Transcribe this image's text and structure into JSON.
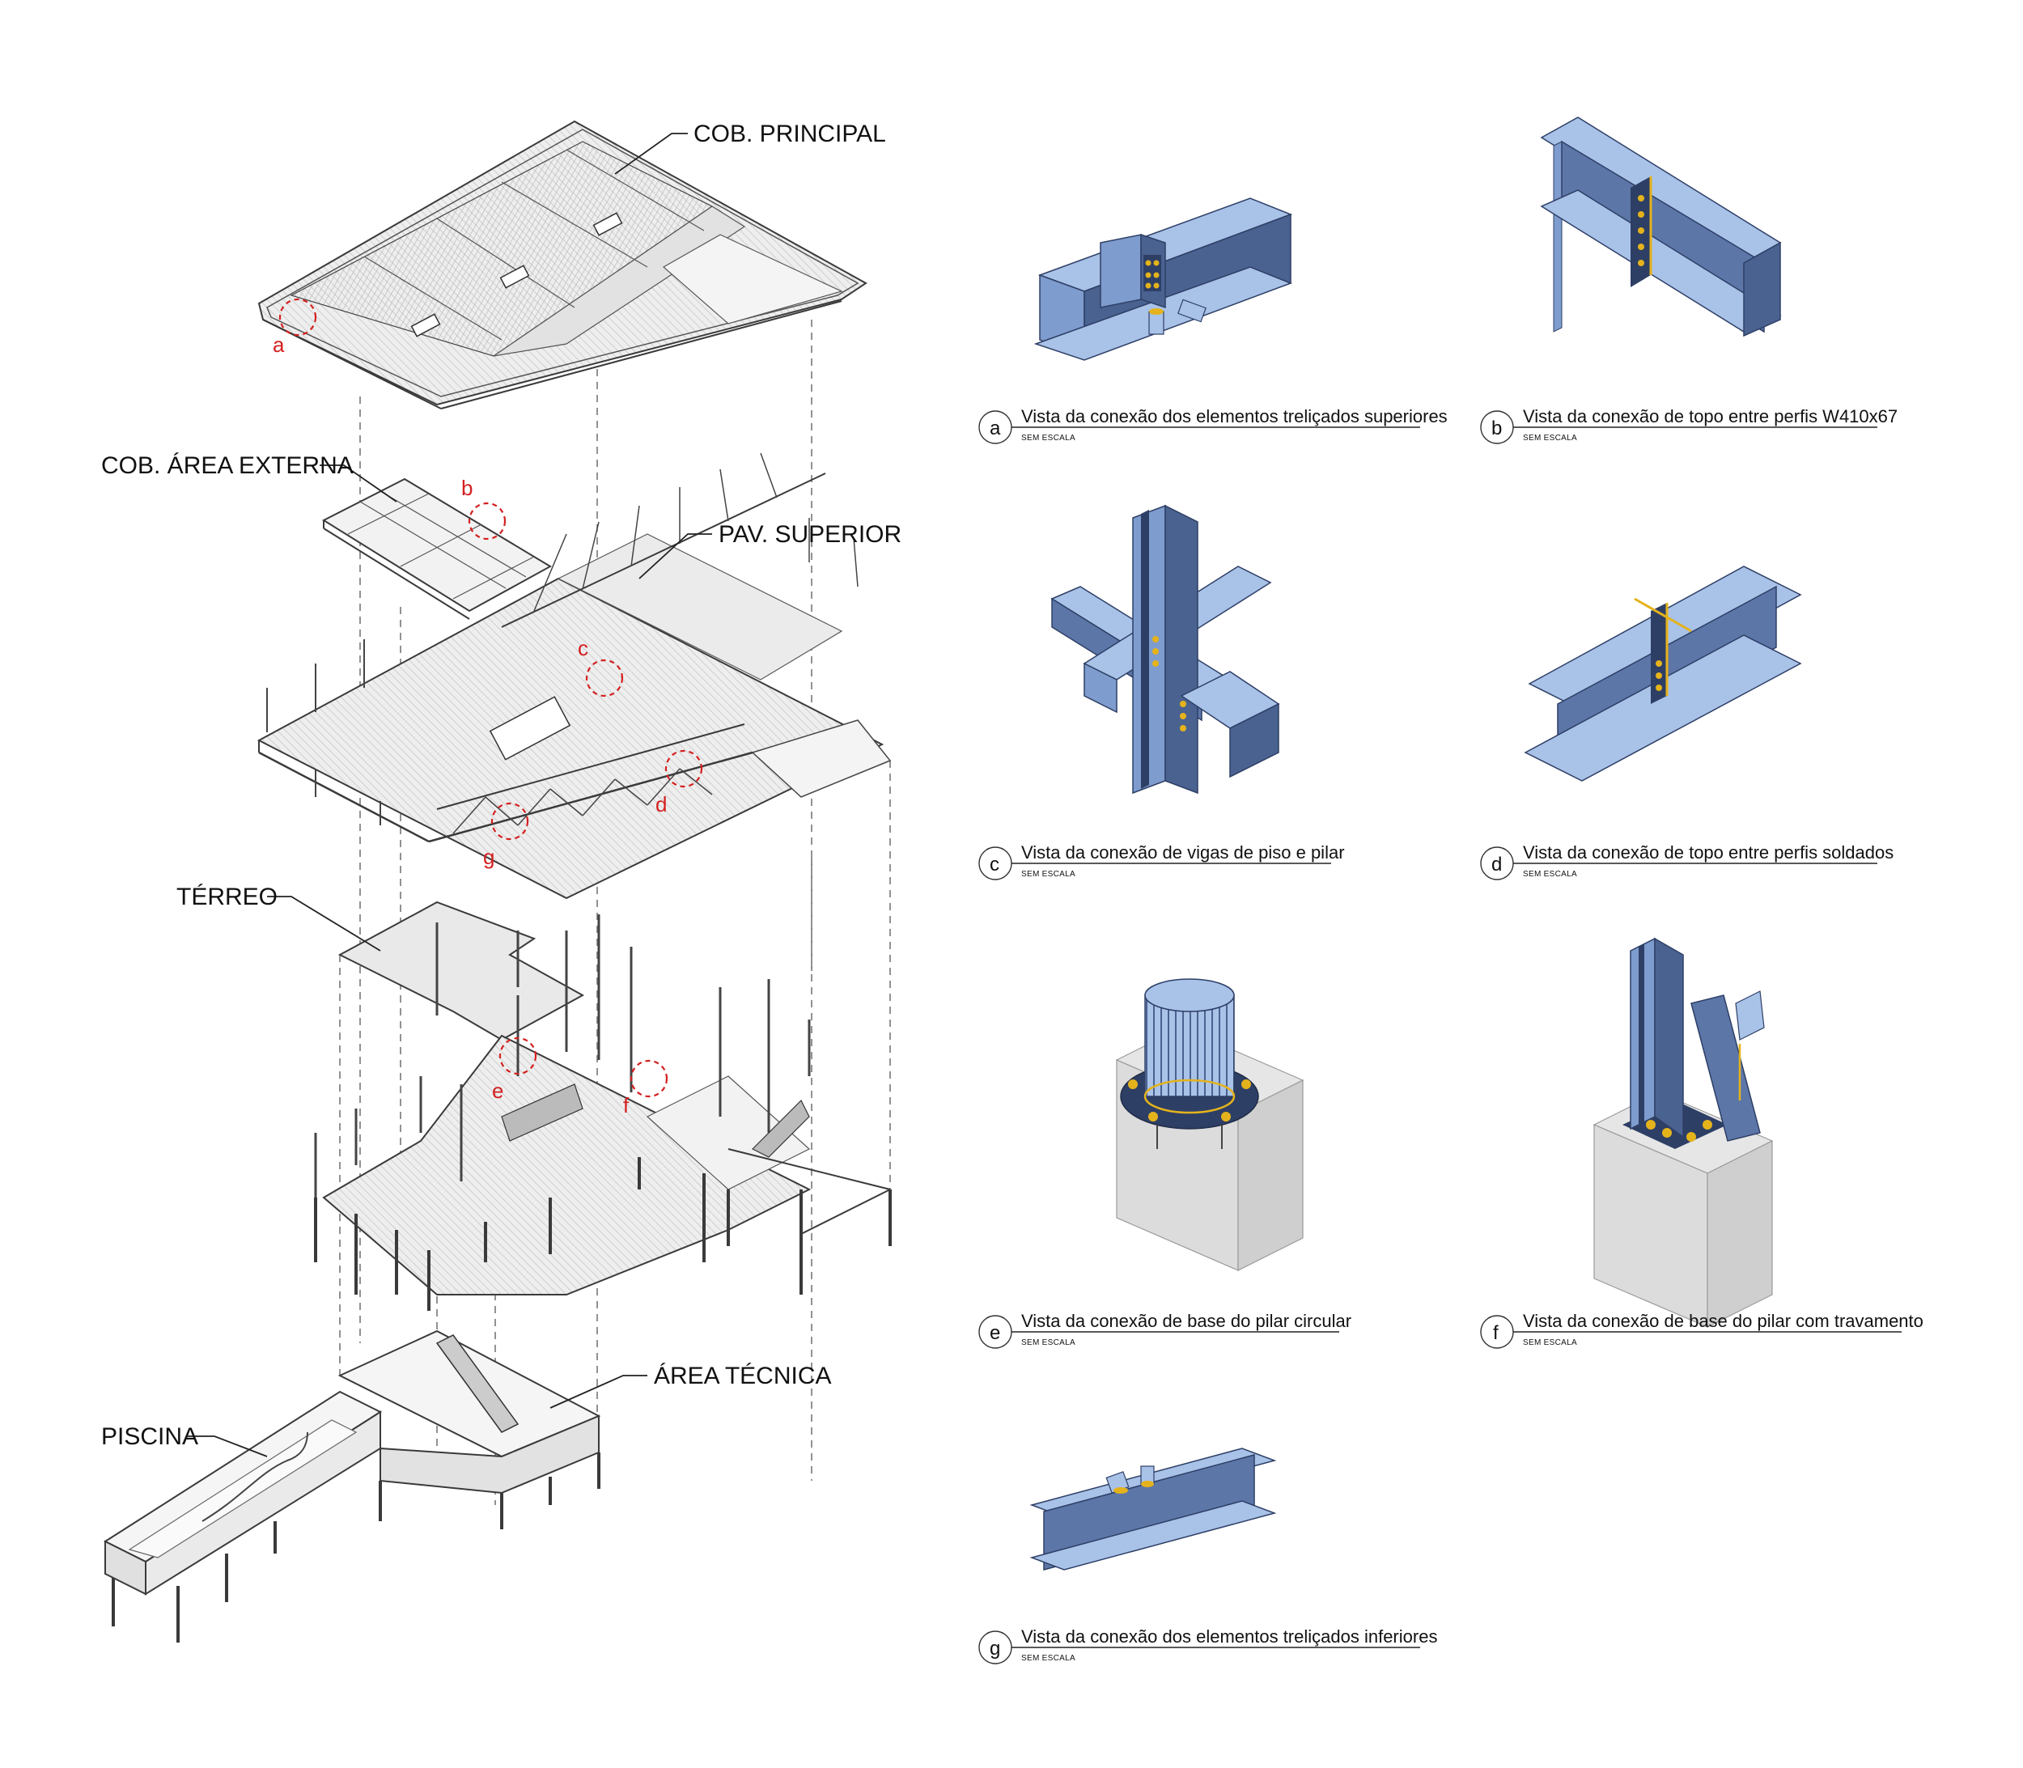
{
  "labels": {
    "cob_principal": "COB. PRINCIPAL",
    "cob_area_externa": "COB. ÁREA EXTERNA",
    "pav_superior": "PAV. SUPERIOR",
    "terreo": "TÉRREO",
    "area_tecnica": "ÁREA TÉCNICA",
    "piscina": "PISCINA"
  },
  "callouts": [
    "a",
    "b",
    "c",
    "d",
    "e",
    "f",
    "g"
  ],
  "details": [
    {
      "letter": "a",
      "title": "Vista da conexão dos elementos treliçados superiores",
      "scale": "SEM ESCALA"
    },
    {
      "letter": "b",
      "title": "Vista da conexão de topo entre perfis W410x67",
      "scale": "SEM ESCALA"
    },
    {
      "letter": "c",
      "title": "Vista da conexão de vigas de piso e pilar",
      "scale": "SEM ESCALA"
    },
    {
      "letter": "d",
      "title": "Vista da conexão de topo entre perfis soldados",
      "scale": "SEM ESCALA"
    },
    {
      "letter": "e",
      "title": "Vista da conexão de base do pilar circular",
      "scale": "SEM ESCALA"
    },
    {
      "letter": "f",
      "title": "Vista da conexão de base do pilar com travamento",
      "scale": "SEM ESCALA"
    },
    {
      "letter": "g",
      "title": "Vista da conexão dos elementos treliçados inferiores",
      "scale": "SEM ESCALA"
    }
  ],
  "colors": {
    "steel_light": "#a9c2e8",
    "steel_mid": "#7e9ccd",
    "steel_dark": "#4a6290",
    "steel_deep": "#2e3f66",
    "bolt": "#e4b31c",
    "callout": "#d42020",
    "concrete": "#dcdcdc",
    "line": "#3a3a3a"
  }
}
